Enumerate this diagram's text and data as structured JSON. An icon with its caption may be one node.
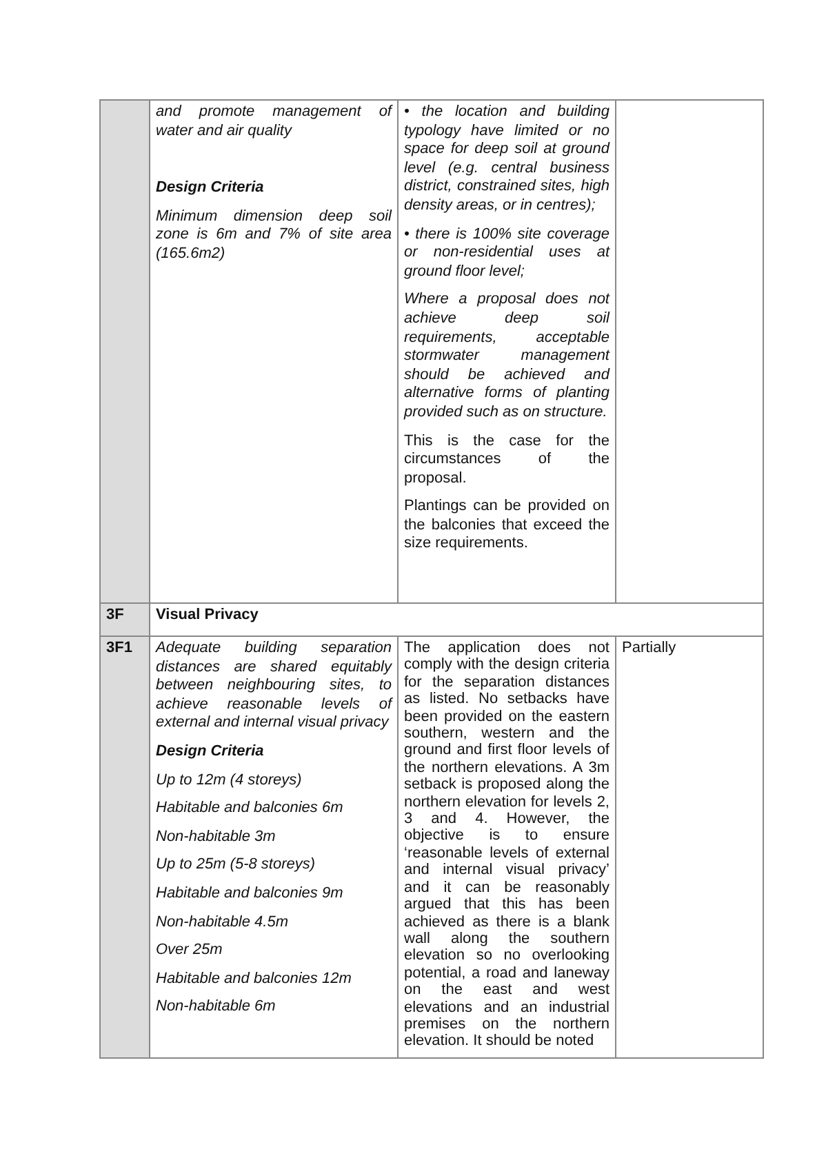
{
  "diagram": {
    "labels": [
      "and promote management of water and air quality",
      "Design Criteria",
      "Minimum dimension deep soil zone is 6m and 7% of site area (165.6m2)",
      "• the location and building typology have limited or no space for deep soil at ground level (e.g. central business district, constrained sites, high density areas, or in centres);",
      "• there is 100% site coverage or non-residential uses at ground floor level;",
      "Where a proposal does not achieve deep soil requirements, acceptable stormwater management should be achieved and alternative forms of planting provided such as on structure.",
      "This is the case for the circumstances of the proposal.",
      "Plantings can be provided on the balconies that exceed the size requirements.",
      "3F",
      "Visual Privacy",
      "3F1",
      "Adequate building separation distances are shared equitably between neighbouring sites, to achieve reasonable levels of external and internal visual privacy",
      "Design Criteria",
      "Up to 12m (4 storeys)",
      "Habitable and balconies 6m",
      "Non-habitable 3m",
      "Up to 25m (5-8 storeys)",
      "Habitable and balconies 9m",
      "Non-habitable 4.5m",
      "Over 25m",
      "Habitable and balconies 12m",
      "Non-habitable 6m",
      "The application does not comply with the design criteria for the separation distances as listed. No setbacks have been provided on the eastern southern, western and the ground and first floor levels of the northern elevations. A 3m setback is proposed along the northern elevation for levels 2, 3 and 4. However, the objective is to ensure ‘reasonable levels of external and internal visual privacy’ and it can be reasonably argued that this has been achieved as there is a blank wall along the southern elevation so no overlooking potential, a road and laneway on the east and west elevations and an industrial premises on the northern elevation. It should be noted",
      "Partially"
    ]
  }
}
